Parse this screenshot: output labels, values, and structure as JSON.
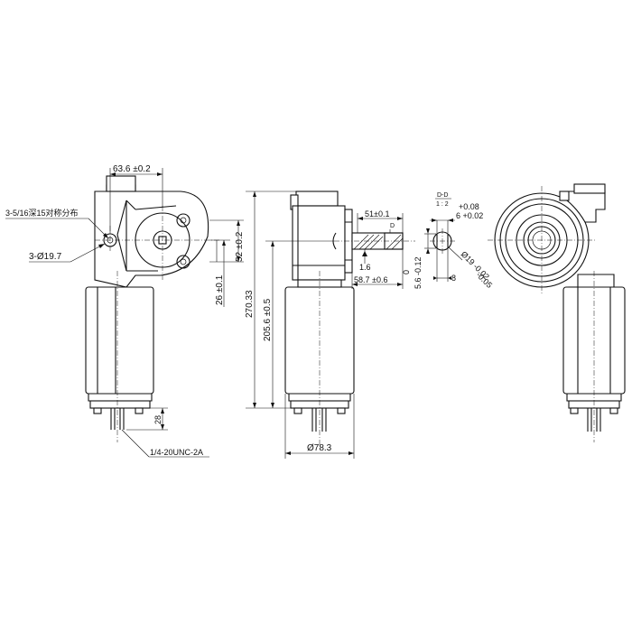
{
  "dimensions": {
    "front_width": "63.6 ±0.2",
    "holes_note": "3-5/16深15对称分布",
    "hole_dia": "3-Ø19.7",
    "vertical_52": "52 ±0.2",
    "vertical_26": "26 ±0.1",
    "terminal_28": "28",
    "thread": "1/4-20UNC-2A",
    "total_height": "270.33",
    "body_height": "205.6 ±0.5",
    "motor_dia": "Ø78.3",
    "shaft_51": "51±0.1",
    "shaft_1_6": "1.6",
    "shaft_58_7": "58.7 ±0.6",
    "shaft_d_label": "D",
    "section_title": "D-D",
    "section_scale": "1 : 2",
    "tol_upper": "+0.08",
    "key_width": "6 +0.02",
    "flat_depth_upper": "0",
    "flat_depth": "5.6 -0.12",
    "shaft_dia": "Ø19 -0.02",
    "shaft_dia_lower": "-0.05",
    "key_8": "8"
  }
}
